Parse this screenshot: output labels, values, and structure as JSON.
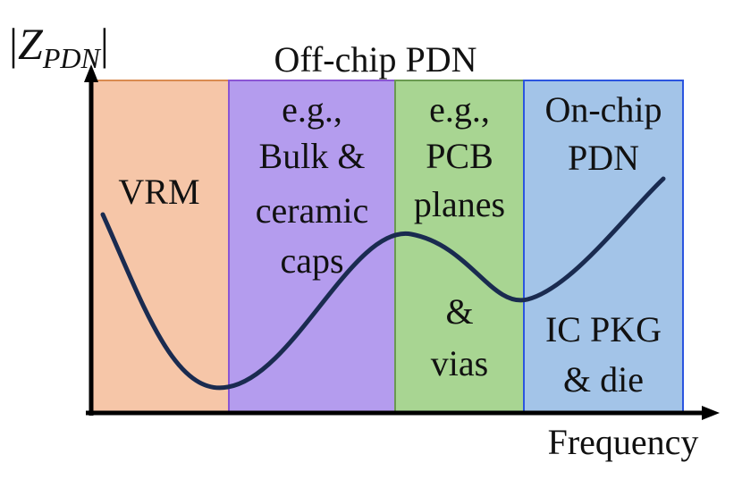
{
  "axes": {
    "y_label_prefix": "|",
    "y_label_main": "Z",
    "y_label_sub": "PDN",
    "y_label_suffix": "|",
    "x_label": "Frequency"
  },
  "header": {
    "off_chip_title": "Off-chip PDN"
  },
  "regions": {
    "vrm": {
      "label": "VRM",
      "color": "#f6c6a8",
      "border": "#d98a50"
    },
    "caps": {
      "lines": [
        "e.g.,",
        "Bulk &",
        "ceramic",
        "caps"
      ],
      "color": "#b49cee",
      "border": "#8a55d4"
    },
    "pcb": {
      "lines_top": [
        "e.g.,",
        "PCB",
        "planes"
      ],
      "lines_bottom": [
        "&",
        "vias"
      ],
      "color": "#a8d592",
      "border": "#6a9a50"
    },
    "onchip": {
      "lines_top": [
        "On-chip",
        "PDN"
      ],
      "lines_bottom": [
        "IC PKG",
        "& die"
      ],
      "color": "#a3c4e8",
      "border": "#2b55e0"
    }
  },
  "curve_color": "#1a2b50"
}
